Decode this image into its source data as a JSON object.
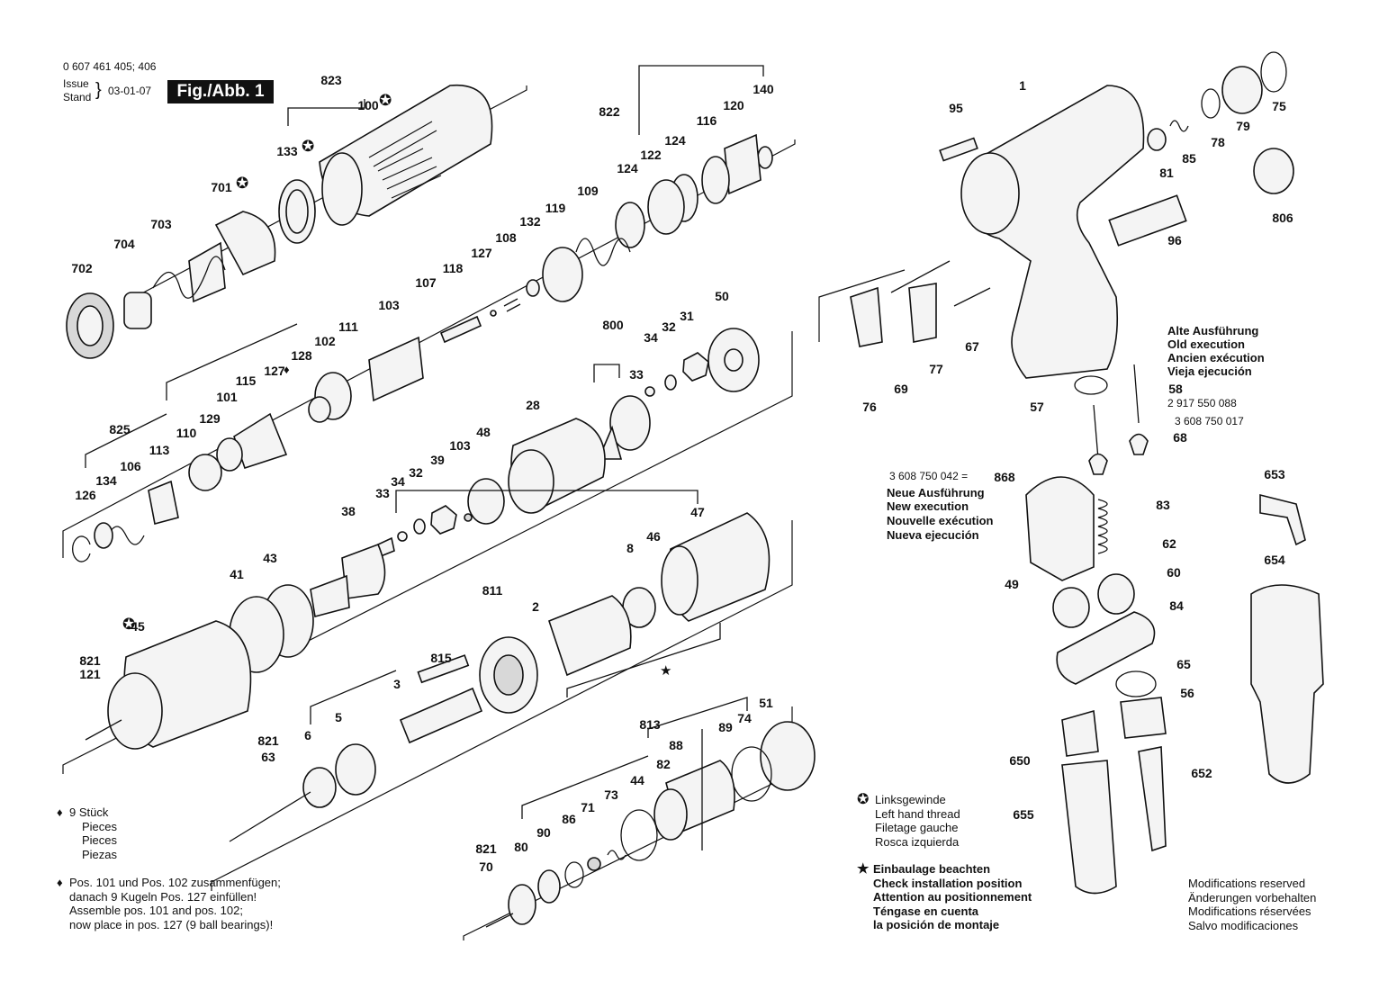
{
  "header": {
    "part_numbers": "0 607 461 405; 406",
    "issue_label": "Issue",
    "stand_label": "Stand",
    "issue_date": "03-01-07",
    "figure": "Fig./Abb. 1"
  },
  "labels": [
    "823",
    "100",
    "133",
    "701",
    "703",
    "704",
    "702",
    "822",
    "140",
    "120",
    "116",
    "124",
    "122",
    "124",
    "109",
    "119",
    "132",
    "108",
    "127",
    "118",
    "107",
    "103",
    "111",
    "102",
    "128",
    "115",
    "127",
    "101",
    "129",
    "825",
    "113",
    "110",
    "106",
    "134",
    "126",
    "50",
    "800",
    "34",
    "32",
    "31",
    "33",
    "28",
    "48",
    "103",
    "39",
    "32",
    "34",
    "33",
    "38",
    "43",
    "41",
    "45",
    "821",
    "121",
    "47",
    "46",
    "8",
    "811",
    "2",
    "815",
    "3",
    "5",
    "6",
    "821",
    "63",
    "813",
    "51",
    "74",
    "89",
    "88",
    "82",
    "44",
    "73",
    "71",
    "86",
    "90",
    "80",
    "821",
    "70",
    "1",
    "95",
    "75",
    "79",
    "78",
    "85",
    "81",
    "806",
    "96",
    "76",
    "69",
    "77",
    "67",
    "57",
    "58",
    "68",
    "868",
    "83",
    "49",
    "62",
    "60",
    "84",
    "65",
    "56",
    "650",
    "652",
    "655",
    "653",
    "654"
  ],
  "old_execution": {
    "de": "Alte Ausführung",
    "en": "Old execution",
    "fr": "Ancien exécution",
    "es": "Vieja ejecución",
    "part_a": "2 917 550 088",
    "part_b": "3 608 750 017"
  },
  "new_execution": {
    "part": "3 608 750 042 =",
    "de": "Neue Ausführung",
    "en": "New execution",
    "fr": "Nouvelle exécution",
    "es": "Nueva ejecución"
  },
  "legend_pieces": {
    "symbol": "♦",
    "de": "9 Stück",
    "en": "Pieces",
    "fr": "Pieces",
    "es": "Piezas"
  },
  "legend_assembly": {
    "symbol": "♦",
    "line1": "Pos. 101 und Pos. 102 zusammenfügen;",
    "line2": "danach 9 Kugeln Pos. 127 einfüllen!",
    "line3": "Assemble pos. 101 and pos. 102;",
    "line4": "now place in pos. 127 (9 ball bearings)!"
  },
  "legend_left_thread": {
    "symbol": "✪",
    "de": "Linksgewinde",
    "en": "Left hand thread",
    "fr": "Filetage gauche",
    "es": "Rosca izquierda"
  },
  "legend_install": {
    "symbol": "★",
    "de": "Einbaulage beachten",
    "en": "Check installation position",
    "fr": "Attention au positionnement",
    "es1": "Téngase en cuenta",
    "es2": "la posición de montaje"
  },
  "modifications": {
    "en": "Modifications reserved",
    "de": "Änderungen vorbehalten",
    "fr": "Modifications réservées",
    "es": "Salvo modificaciones"
  }
}
